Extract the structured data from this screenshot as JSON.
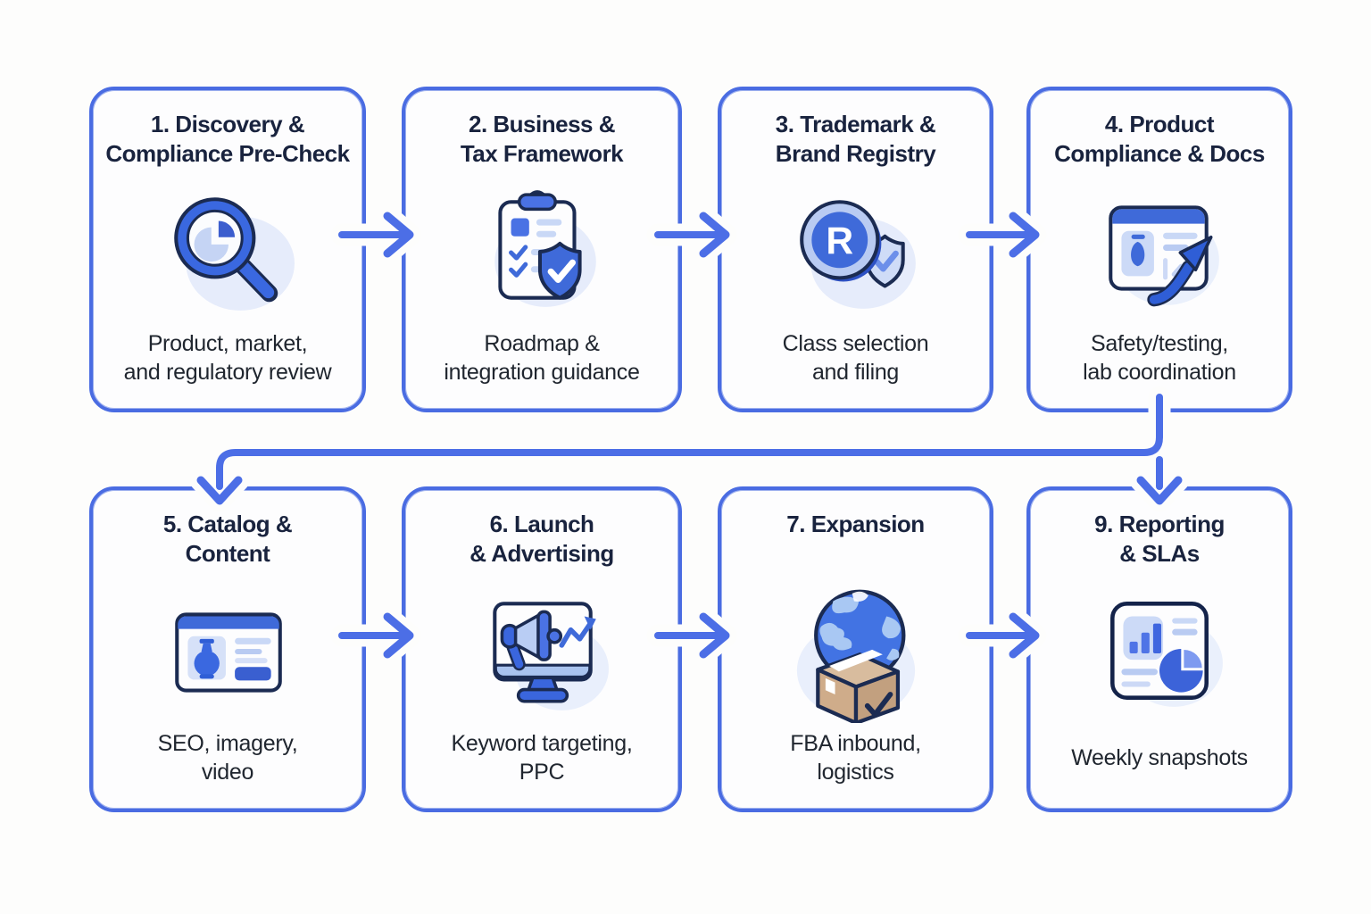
{
  "diagram": {
    "type": "flowchart",
    "background": "#fdfdfc",
    "accent_blue": "#4c6ee6",
    "title_color": "#19233e",
    "body_color": "#20262f",
    "icon_palette": {
      "primary_blue": "#3f6ad9",
      "dark_blue": "#2f5ed6",
      "light_blue": "#c9d8f6",
      "pale_blue_blob": "#e6ecfb",
      "navy_outline": "#1b2b52",
      "cardboard_tan": "#cfac8a"
    }
  },
  "steps": [
    {
      "id": "1",
      "title_line1": "1. Discovery &",
      "title_line2": "Compliance Pre-Check",
      "subtitle_line1": "Product, market,",
      "subtitle_line2": "and regulatory review",
      "icon": "magnifier-pie-chart"
    },
    {
      "id": "2",
      "title_line1": "2. Business &",
      "title_line2": "Tax Framework",
      "subtitle_line1": "Roadmap &",
      "subtitle_line2": "integration guidance",
      "icon": "clipboard-checklist-shield"
    },
    {
      "id": "3",
      "title_line1": "3. Trademark &",
      "title_line2": "Brand Registry",
      "subtitle_line1": "Class selection",
      "subtitle_line2": "and filing",
      "icon": "registered-badge-shield"
    },
    {
      "id": "4",
      "title_line1": "4. Product",
      "title_line2": "Compliance & Docs",
      "subtitle_line1": "Safety/testing,",
      "subtitle_line2": "lab coordination",
      "icon": "document-trend-arrow"
    },
    {
      "id": "5",
      "title_line1": "5. Catalog &",
      "title_line2": "Content",
      "subtitle_line1": "SEO, imagery,",
      "subtitle_line2": "video",
      "icon": "product-listing-card"
    },
    {
      "id": "6",
      "title_line1": "6. Launch",
      "title_line2": "& Advertising",
      "subtitle_line1": "Keyword targeting,",
      "subtitle_line2": "PPC",
      "icon": "monitor-megaphone"
    },
    {
      "id": "7",
      "title_line1": "7. Expansion",
      "title_line2": "",
      "subtitle_line1": "FBA inbound,",
      "subtitle_line2": "logistics",
      "icon": "globe-shipping-box"
    },
    {
      "id": "9",
      "title_line1": "9. Reporting",
      "title_line2": "& SLAs",
      "subtitle_line1": "Weekly snapshots",
      "subtitle_line2": "",
      "icon": "report-charts-card"
    }
  ],
  "connections": [
    {
      "from": "1",
      "to": "2"
    },
    {
      "from": "2",
      "to": "3"
    },
    {
      "from": "3",
      "to": "4"
    },
    {
      "from": "4",
      "to": "5"
    },
    {
      "from": "4",
      "to": "9"
    },
    {
      "from": "5",
      "to": "6"
    },
    {
      "from": "6",
      "to": "7"
    },
    {
      "from": "7",
      "to": "9"
    }
  ]
}
